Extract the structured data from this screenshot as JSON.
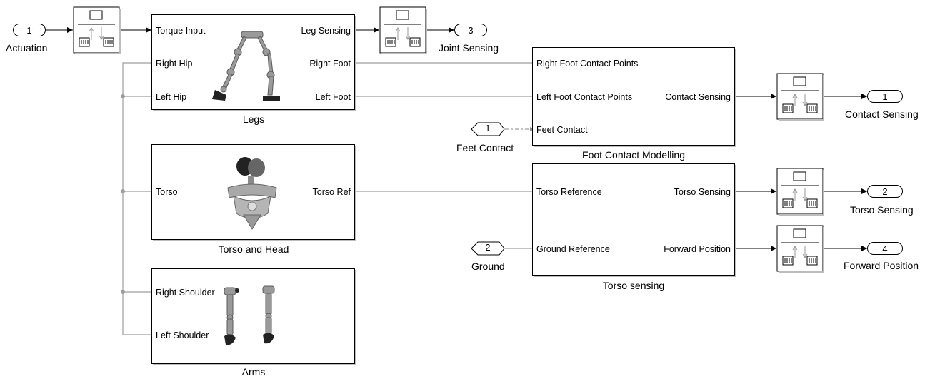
{
  "inports": [
    {
      "number": "1",
      "label": "Actuation"
    }
  ],
  "outports": [
    {
      "number": "3",
      "label": "Joint Sensing"
    },
    {
      "number": "1",
      "label": "Contact Sensing"
    },
    {
      "number": "2",
      "label": "Torso Sensing"
    },
    {
      "number": "4",
      "label": "Forward Position"
    }
  ],
  "from_tags": [
    {
      "number": "1",
      "label": "Feet Contact"
    },
    {
      "number": "2",
      "label": "Ground"
    }
  ],
  "subsystems": {
    "legs": {
      "name": "Legs",
      "inputs": [
        "Torque Input",
        "Right Hip",
        "Left Hip"
      ],
      "outputs": [
        "Leg Sensing",
        "Right Foot",
        "Left Foot"
      ],
      "image_icon": "robot-legs-icon"
    },
    "torso": {
      "name": "Torso and Head",
      "inputs": [
        "Torso"
      ],
      "outputs": [
        "Torso Ref"
      ],
      "image_icon": "robot-torso-icon"
    },
    "arms": {
      "name": "Arms",
      "inputs": [
        "Right Shoulder",
        "Left Shoulder"
      ],
      "outputs": [],
      "image_icon": "robot-arms-icon"
    },
    "foot_contact": {
      "name": "Foot Contact Modelling",
      "inputs": [
        "Right Foot Contact Points",
        "Left Foot Contact Points",
        "Feet Contact"
      ],
      "outputs": [
        "Contact Sensing"
      ]
    },
    "torso_sensing": {
      "name": "Torso sensing",
      "inputs": [
        "Torso Reference",
        "Ground Reference"
      ],
      "outputs": [
        "Torso Sensing",
        "Forward Position"
      ]
    }
  },
  "rate_transition_icon": "rate-transition-icon",
  "colors": {
    "signal": "#000000",
    "physical_connection": "#9e9e9e",
    "goto_line": "#8a8a8a",
    "block_shadow": "#bdbdbd"
  }
}
